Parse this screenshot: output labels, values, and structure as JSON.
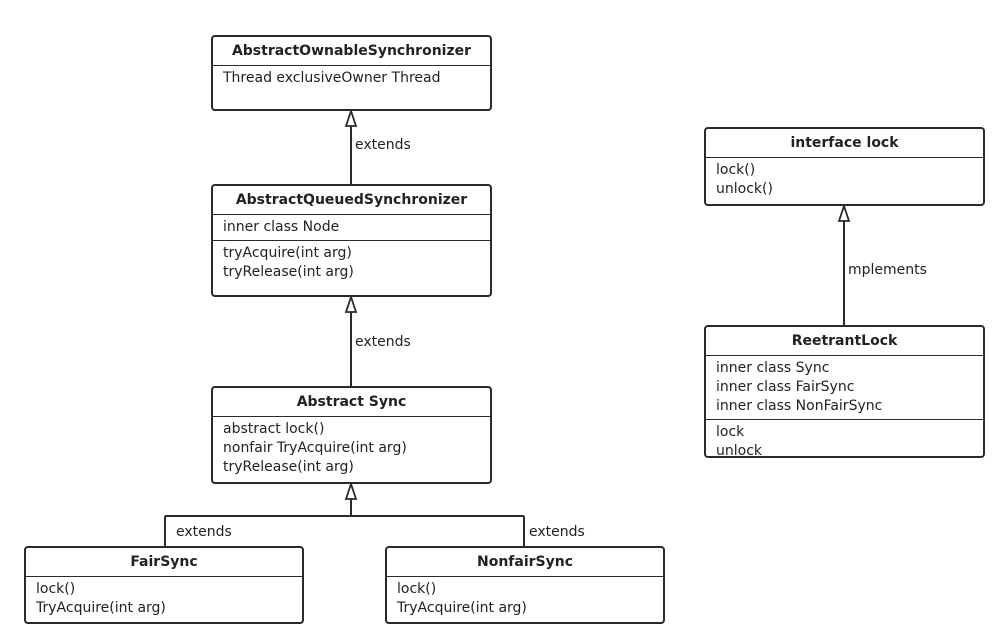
{
  "classes": {
    "aos": {
      "title": "AbstractOwnableSynchronizer",
      "sections": [
        [
          "Thread exclusiveOwner Thread"
        ]
      ]
    },
    "aqs": {
      "title": "AbstractQueuedSynchronizer",
      "sections": [
        [
          "inner class Node"
        ],
        [
          "tryAcquire(int arg)",
          "tryRelease(int arg)"
        ]
      ]
    },
    "sync": {
      "title": "Abstract Sync",
      "sections": [
        [
          "abstract lock()",
          "nonfair TryAcquire(int arg)",
          "tryRelease(int arg)"
        ]
      ]
    },
    "fair": {
      "title": "FairSync",
      "sections": [
        [
          "lock()",
          "TryAcquire(int arg)"
        ]
      ]
    },
    "nonfair": {
      "title": "NonfairSync",
      "sections": [
        [
          "lock()",
          "TryAcquire(int arg)"
        ]
      ]
    },
    "lock": {
      "title": "interface lock",
      "sections": [
        [
          "lock()",
          "unlock()"
        ]
      ]
    },
    "reentrant": {
      "title": "ReetrantLock",
      "sections": [
        [
          "inner class Sync",
          "inner class FairSync",
          "inner class NonFairSync"
        ],
        [
          "lock",
          "unlock"
        ]
      ]
    }
  },
  "labels": {
    "aqs_extends": "extends",
    "sync_extends": "extends",
    "fair_extends": "extends",
    "nonfair_extends": "extends",
    "implements": "mplements"
  }
}
